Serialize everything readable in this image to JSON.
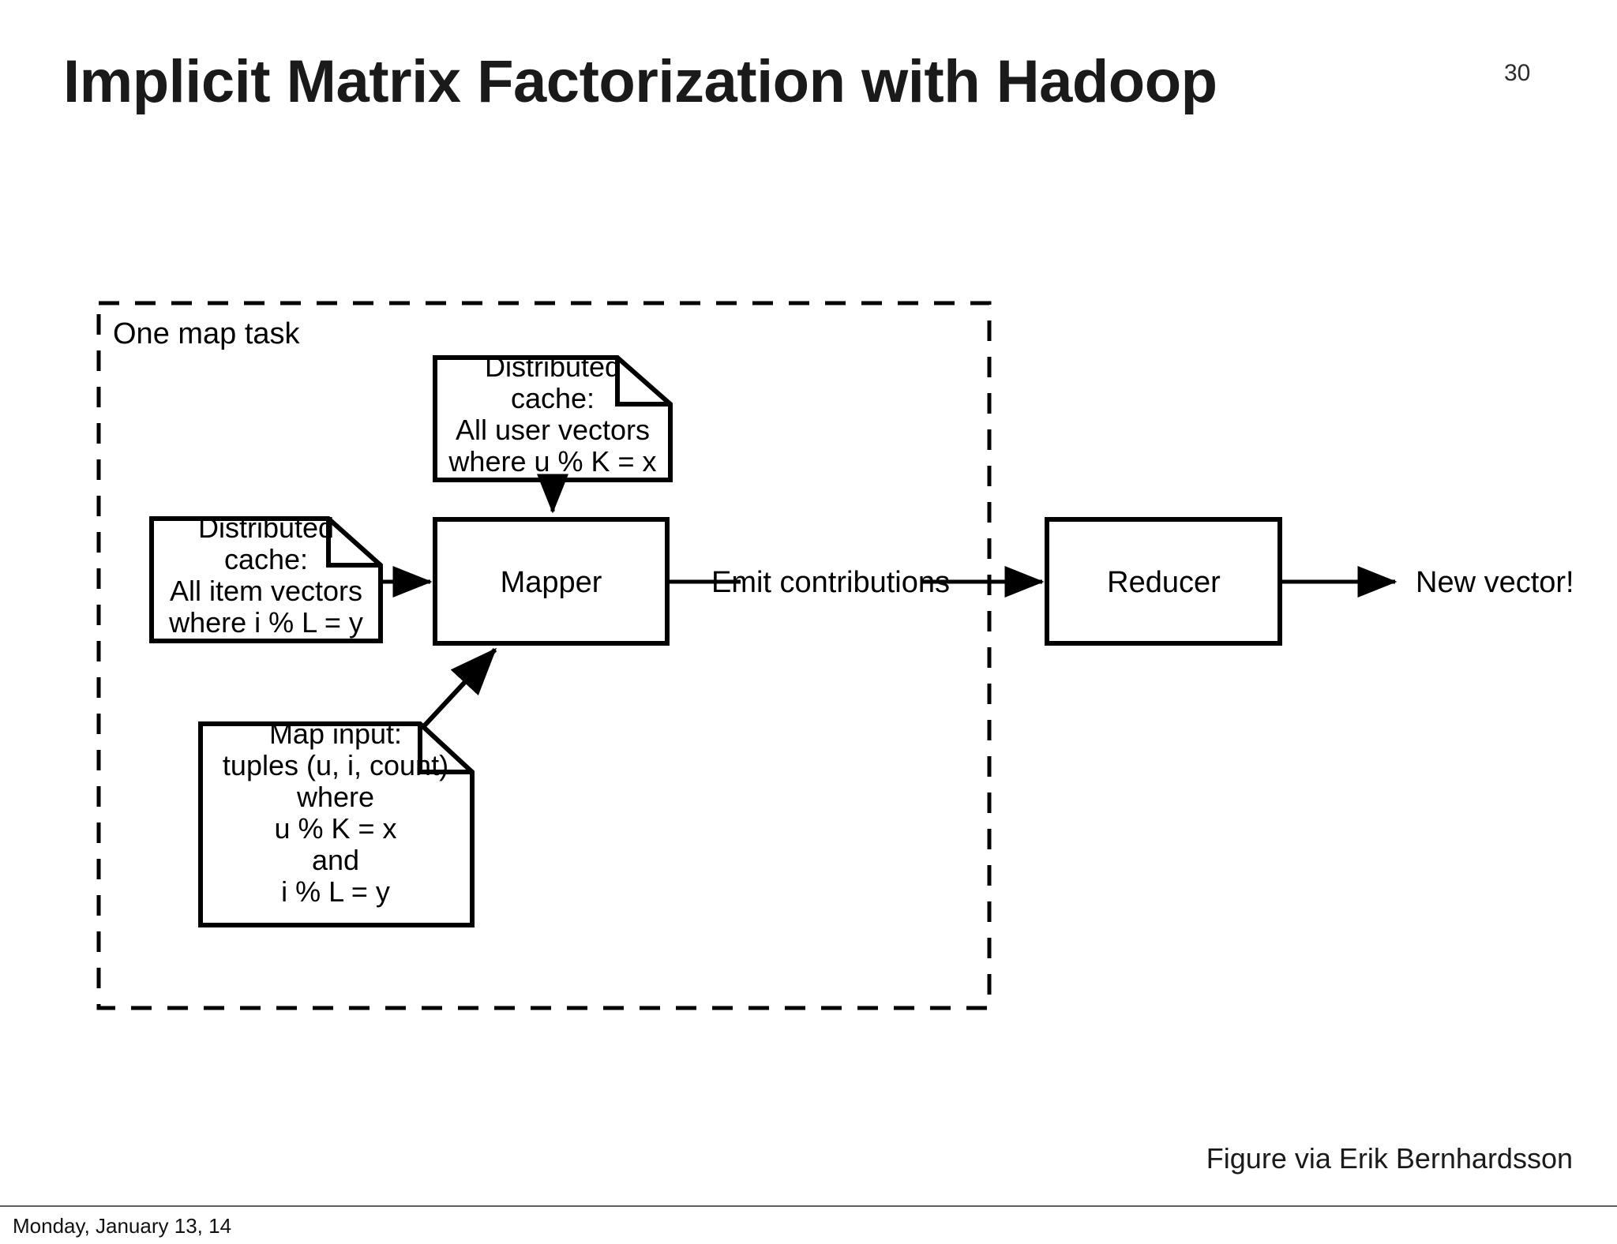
{
  "slide": {
    "title": "Implicit Matrix Factorization with Hadoop",
    "page_number": "30",
    "credit": "Figure via Erik Bernhardsson",
    "footer_date": "Monday, January 13, 14",
    "background_color": "#ffffff",
    "ink_color": "#000000"
  },
  "diagram": {
    "type": "flowchart",
    "boundary": {
      "label": "One map task",
      "style": "dashed-rectangle"
    },
    "nodes": [
      {
        "id": "user-cache",
        "shape": "document",
        "lines": [
          "Distributed",
          "cache:",
          "All user vectors",
          "where u % K = x"
        ]
      },
      {
        "id": "item-cache",
        "shape": "document",
        "lines": [
          "Distributed",
          "cache:",
          "All item vectors",
          "where i % L = y"
        ]
      },
      {
        "id": "map-input",
        "shape": "document",
        "lines": [
          "Map input:",
          "tuples (u, i, count)",
          "where",
          "u % K = x",
          "and",
          "i % L = y"
        ]
      },
      {
        "id": "mapper",
        "shape": "rectangle",
        "lines": [
          "Mapper"
        ]
      },
      {
        "id": "reducer",
        "shape": "rectangle",
        "lines": [
          "Reducer"
        ]
      },
      {
        "id": "new-vector",
        "shape": "text",
        "lines": [
          "New vector!"
        ]
      }
    ],
    "edges": [
      {
        "id": "user-cache-to-mapper",
        "from": "user-cache",
        "to": "mapper",
        "label": ""
      },
      {
        "id": "item-cache-to-mapper",
        "from": "item-cache",
        "to": "mapper",
        "label": ""
      },
      {
        "id": "map-input-to-mapper",
        "from": "map-input",
        "to": "mapper",
        "label": ""
      },
      {
        "id": "mapper-to-reducer",
        "from": "mapper",
        "to": "reducer",
        "label": "Emit contributions"
      },
      {
        "id": "reducer-to-new-vector",
        "from": "reducer",
        "to": "new-vector",
        "label": ""
      }
    ],
    "labels": {
      "one_map_task": "One map task",
      "emit_contributions": "Emit contributions",
      "new_vector": "New vector!",
      "mapper": "Mapper",
      "reducer": "Reducer",
      "user_cache_l1": "Distributed",
      "user_cache_l2": "cache:",
      "user_cache_l3": "All user vectors",
      "user_cache_l4": "where u % K = x",
      "item_cache_l1": "Distributed",
      "item_cache_l2": "cache:",
      "item_cache_l3": "All item vectors",
      "item_cache_l4": "where i % L = y",
      "map_input_l1": "Map input:",
      "map_input_l2": "tuples (u, i, count)",
      "map_input_l3": "where",
      "map_input_l4": "u % K = x",
      "map_input_l5": "and",
      "map_input_l6": "i % L = y"
    }
  }
}
